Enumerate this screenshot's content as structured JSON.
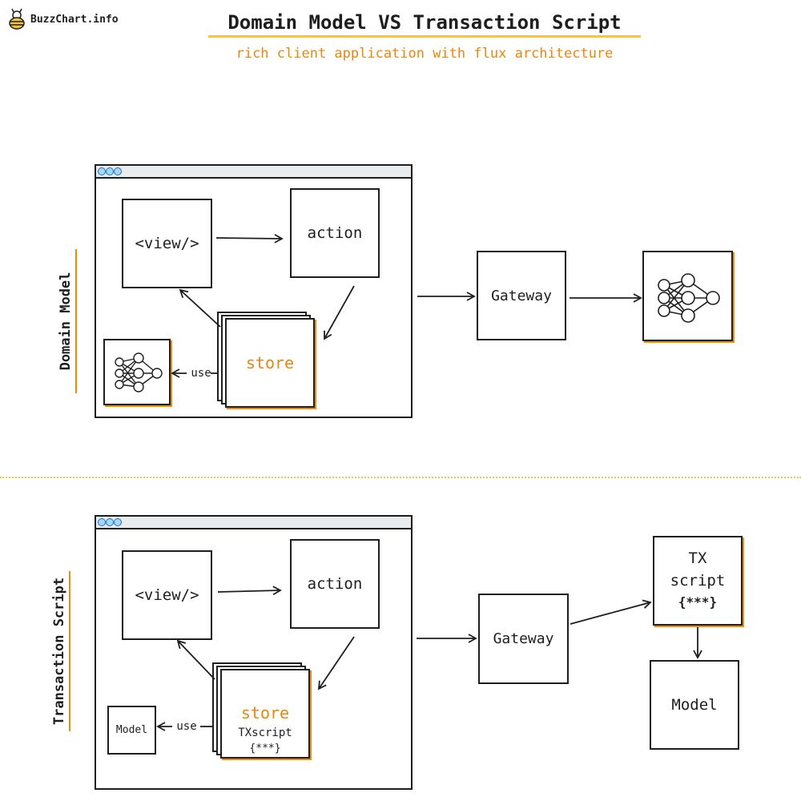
{
  "logo": {
    "text": "BuzzChart.info"
  },
  "header": {
    "title": "Domain Model VS Transaction Script",
    "subtitle": "rich client application with flux architecture"
  },
  "domain_model": {
    "side_label": "Domain Model",
    "view": "<view/>",
    "action": "action",
    "store": "store",
    "use": "use",
    "gateway": "Gateway"
  },
  "transaction_script": {
    "side_label": "Transaction Script",
    "view": "<view/>",
    "action": "action",
    "store": "store",
    "store_sub": "TXscript",
    "store_code": "{***}",
    "use": "use",
    "model_small": "Model",
    "gateway": "Gateway",
    "tx_line1": "TX",
    "tx_line2": "script",
    "tx_code": "{***}",
    "model": "Model"
  },
  "colors": {
    "accent": "#f08c00",
    "stroke": "#1e1e1e",
    "divider": "#f2c94c",
    "window_dot": "#a5d8ff"
  }
}
